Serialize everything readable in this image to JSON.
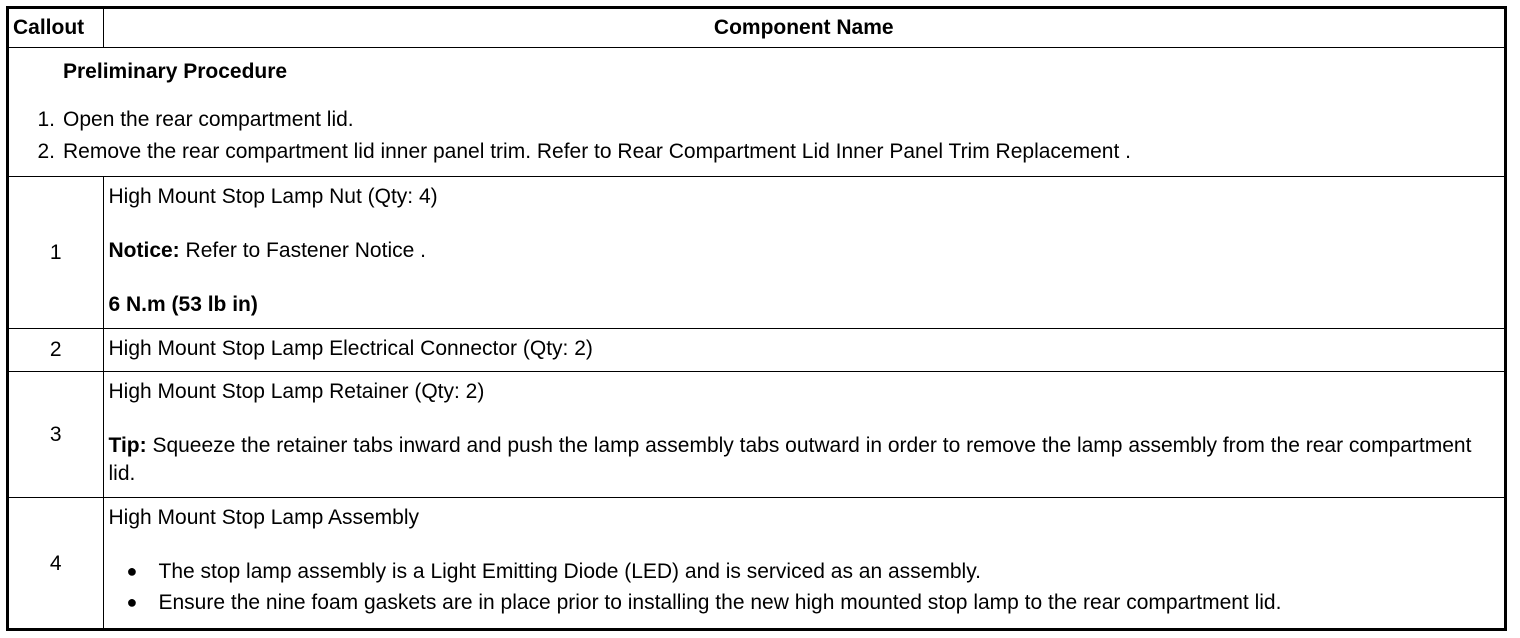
{
  "header": {
    "callout": "Callout",
    "component_name": "Component Name"
  },
  "preliminary": {
    "title": "Preliminary Procedure",
    "steps": [
      {
        "num": "1.",
        "text": "Open the rear compartment lid."
      },
      {
        "num": "2.",
        "text": "Remove the rear compartment lid inner panel trim. Refer to Rear Compartment Lid Inner Panel Trim Replacement ."
      }
    ]
  },
  "rows": [
    {
      "callout": "1",
      "name": "High Mount Stop Lamp Nut (Qty: 4)",
      "note_label": "Notice:",
      "note_text": " Refer to Fastener Notice .",
      "spec": "6 N.m (53 lb in)"
    },
    {
      "callout": "2",
      "name": "High Mount Stop Lamp Electrical Connector (Qty: 2)"
    },
    {
      "callout": "3",
      "name": "High Mount Stop Lamp Retainer (Qty: 2)",
      "tip_label": "Tip:",
      "tip_text": " Squeeze the retainer tabs inward and push the lamp assembly tabs outward in order to remove the lamp assembly from the rear compartment lid."
    },
    {
      "callout": "4",
      "name": "High Mount Stop Lamp Assembly",
      "bullets": [
        "The stop lamp assembly is a Light Emitting Diode (LED) and is serviced as an assembly.",
        "Ensure the nine foam gaskets are in place prior to installing the new high mounted stop lamp to the rear compartment lid."
      ]
    }
  ]
}
